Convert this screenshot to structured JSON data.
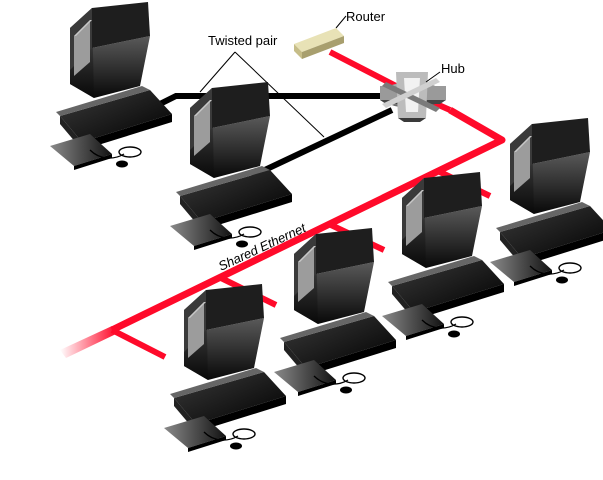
{
  "labels": {
    "router": "Router",
    "hub": "Hub",
    "twisted_pair": "Twisted pair",
    "shared_ethernet": "Shared Ethernet"
  },
  "colors": {
    "ethernet": "#ff0a2a",
    "cable": "#000000",
    "router_body": "#d8d2a2",
    "hub_body": "#9a9a9a",
    "screen": "#9c9c9c"
  },
  "icons": [
    "computer-icon",
    "router-icon",
    "hub-icon",
    "keyboard-icon",
    "mouse-icon"
  ]
}
